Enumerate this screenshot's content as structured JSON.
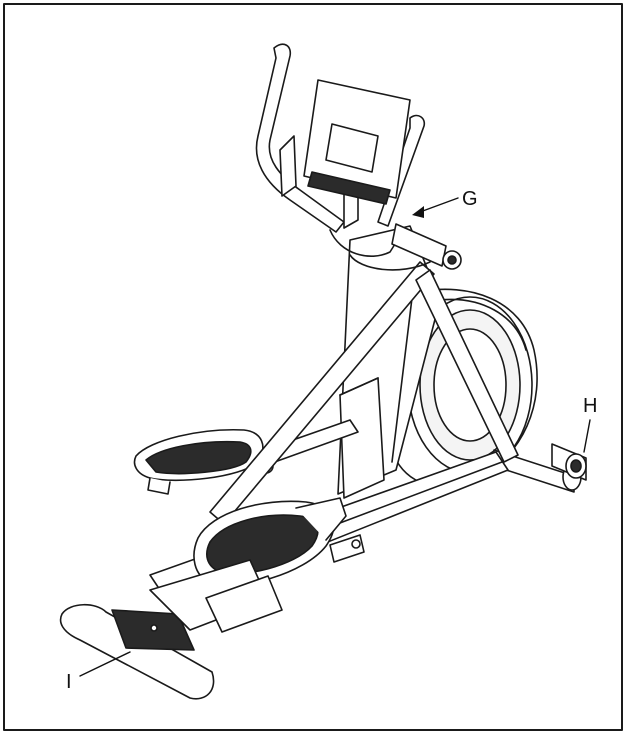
{
  "callouts": {
    "g": "G",
    "h": "H",
    "i": "I"
  },
  "colors": {
    "line": "#1a1a1a",
    "fill": "#ffffff",
    "shade": "#d9d9d9",
    "dark": "#2b2b2b"
  }
}
